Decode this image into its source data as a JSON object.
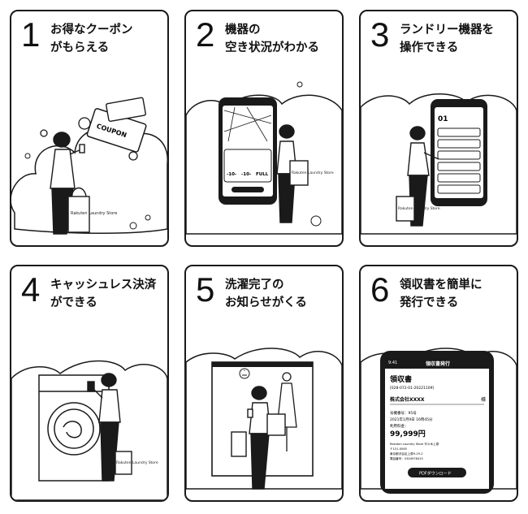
{
  "steps": [
    {
      "number": "1",
      "title_line1": "お得なクーポン",
      "title_line2": "がもらえる"
    },
    {
      "number": "2",
      "title_line1": "機器の",
      "title_line2": "空き状況がわかる"
    },
    {
      "number": "3",
      "title_line1": "ランドリー機器を",
      "title_line2": "操作できる"
    },
    {
      "number": "4",
      "title_line1": "キャッシュレス決済",
      "title_line2": "ができる"
    },
    {
      "number": "5",
      "title_line1": "洗濯完了の",
      "title_line2": "お知らせがくる"
    },
    {
      "number": "6",
      "title_line1": "領収書を簡単に",
      "title_line2": "発行できる"
    }
  ],
  "coupon_label": "COUPON",
  "bag_label": "Rakuten Laundry Store",
  "machine_labels": [
    "-10-",
    "-10-",
    "FULL"
  ],
  "machine_number": "01",
  "receipt": {
    "header_time": "9:41",
    "header_title": "領収書発行",
    "title": "領収書",
    "receipt_id": "[028-072-01-20221109]",
    "company": "株式会社XXXX",
    "honorific": "様",
    "machine_line": "号機番号：95号",
    "date_line": "2021年1月9日 16時45分",
    "amount_label": "利用料金：",
    "amount": "99,999円",
    "store_line1": "Rakuten Laundry Store 代々木上原",
    "store_line2": "〒151-0065",
    "store_line3": "東京都渋谷区上原9-29-2",
    "store_line4": "電話番号：0304978415",
    "download_button": "PDFダウンロード"
  },
  "colors": {
    "ink": "#1a1a1a",
    "paper": "#ffffff"
  }
}
